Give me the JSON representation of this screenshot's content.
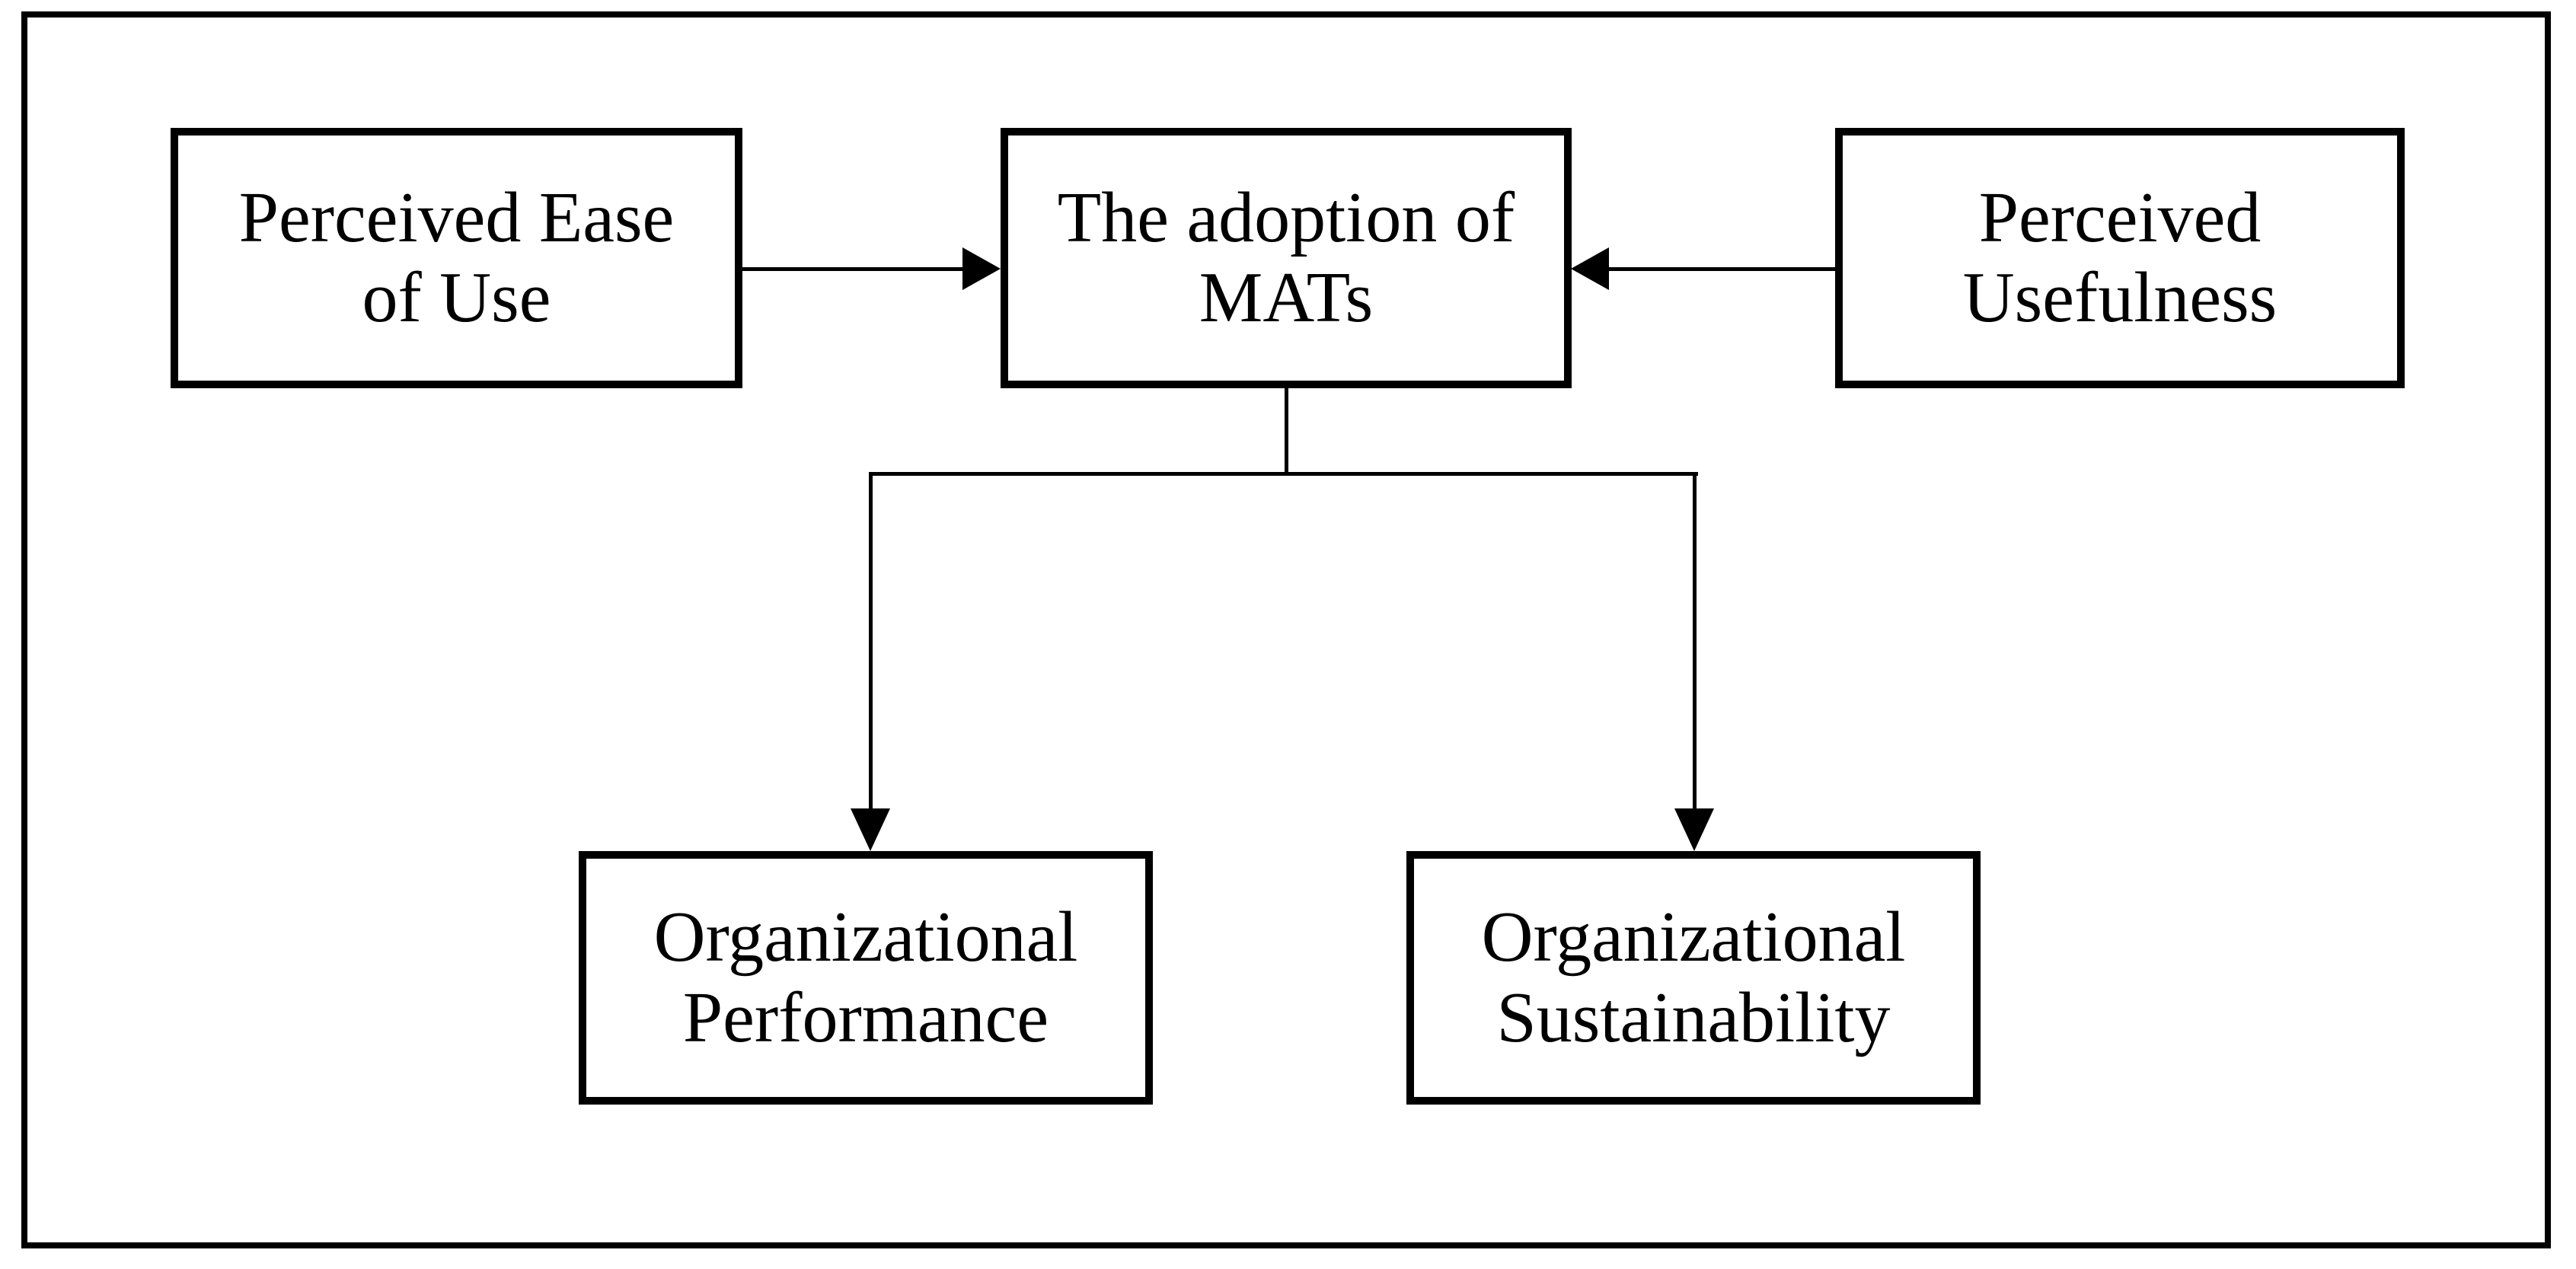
{
  "diagram": {
    "type": "concept-model-flowchart",
    "boxes": {
      "peou": {
        "label": "Perceived Ease\nof Use"
      },
      "adoption": {
        "label": "The adoption of\nMATs"
      },
      "pu": {
        "label": "Perceived\nUsefulness"
      },
      "performance": {
        "label": "Organizational\nPerformance"
      },
      "sustainability": {
        "label": "Organizational\nSustainability"
      }
    },
    "relationships": [
      {
        "from": "Perceived Ease of Use",
        "to": "The adoption of MATs",
        "direction": "right"
      },
      {
        "from": "Perceived Usefulness",
        "to": "The adoption of MATs",
        "direction": "left"
      },
      {
        "from": "The adoption of MATs",
        "to": "Organizational Performance",
        "direction": "down"
      },
      {
        "from": "The adoption of MATs",
        "to": "Organizational Sustainability",
        "direction": "down"
      }
    ],
    "colors": {
      "background": "#ffffff",
      "box_fill": "#ffffff",
      "box_border": "#000000",
      "line": "#000000",
      "text": "#000000"
    }
  }
}
